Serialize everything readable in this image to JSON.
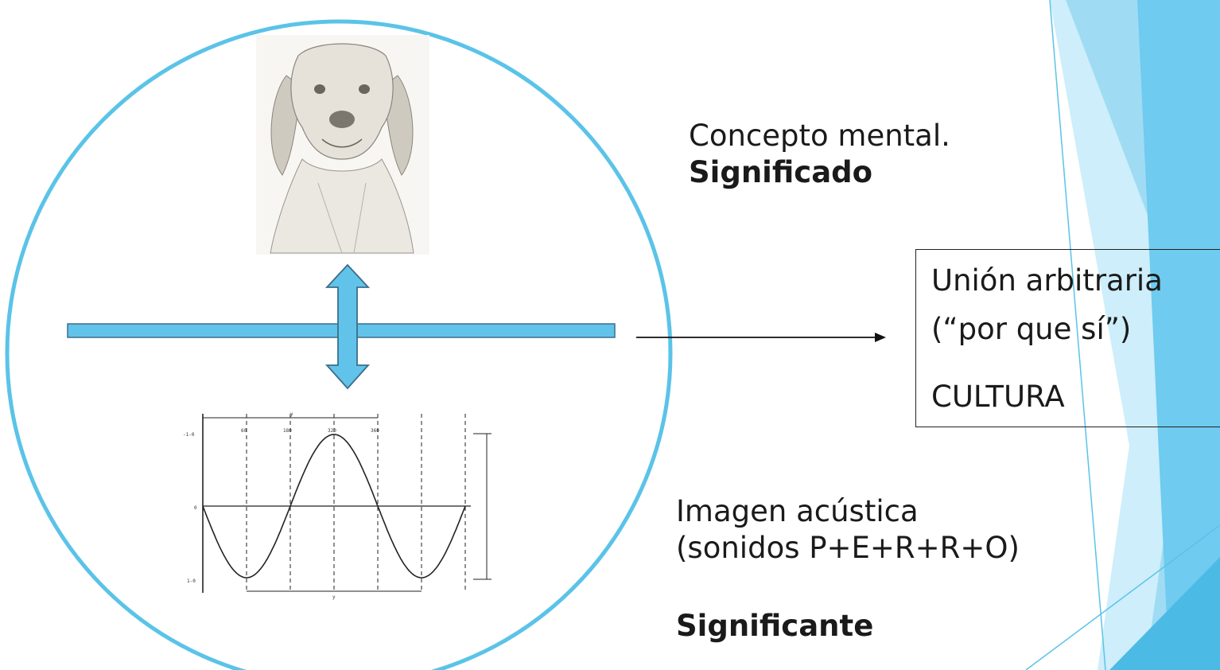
{
  "concept": {
    "line1": "Concepto mental.",
    "line2": "Significado"
  },
  "arbitrary_union": {
    "line1": "Unión arbitraria",
    "line2": "(“por que sí”)",
    "line3": "CULTURA"
  },
  "acoustic": {
    "line1": "Imagen acústica",
    "line2": "(sonidos P+E+R+R+O)",
    "line3": "Significante"
  },
  "wave_labels": {
    "y_top": "y",
    "y_bottom": "y",
    "ticks": [
      "60",
      "180",
      "320",
      "360"
    ],
    "left_top": "-1-0",
    "left_mid": "0",
    "left_bottom": "1-0"
  },
  "colors": {
    "accent": "#5bc3e8",
    "accent_light": "#9fdcf3",
    "bar_fill": "#62c3ea",
    "circle": "#5bc3e8"
  }
}
